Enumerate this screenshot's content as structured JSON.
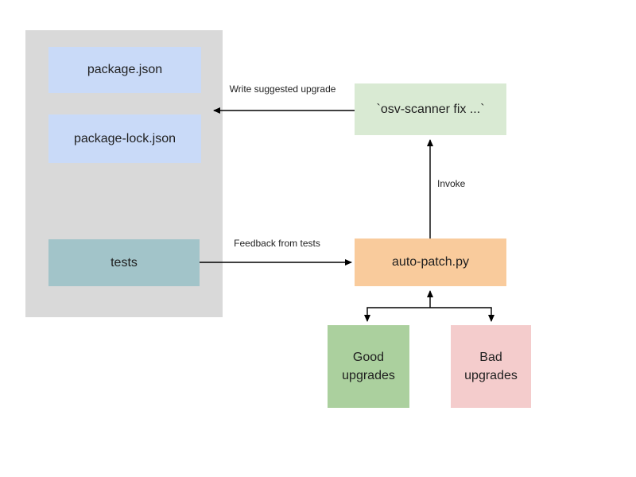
{
  "colors": {
    "background": "#ffffff",
    "group_bg": "#d9d9d9",
    "file_node_bg": "#c9daf8",
    "tests_node_bg": "#a2c4c9",
    "scanner_node_bg": "#d9ead3",
    "autopatch_node_bg": "#f9cb9c",
    "good_node_bg": "#abd09e",
    "bad_node_bg": "#f4cccc",
    "edge_line": "#000000",
    "text": "#1f1f1f"
  },
  "nodes": {
    "package_json": {
      "label": "package.json"
    },
    "package_lock_json": {
      "label": "package-lock.json"
    },
    "tests": {
      "label": "tests"
    },
    "osv_scanner": {
      "label": "`osv-scanner fix ...`"
    },
    "auto_patch": {
      "label": "auto-patch.py"
    },
    "good_upgrades": {
      "label": "Good upgrades"
    },
    "bad_upgrades": {
      "label": "Bad upgrades"
    }
  },
  "edges": {
    "write_suggested_upgrade": {
      "label": "Write suggested upgrade"
    },
    "invoke": {
      "label": "Invoke"
    },
    "feedback_from_tests": {
      "label": "Feedback from tests"
    }
  }
}
